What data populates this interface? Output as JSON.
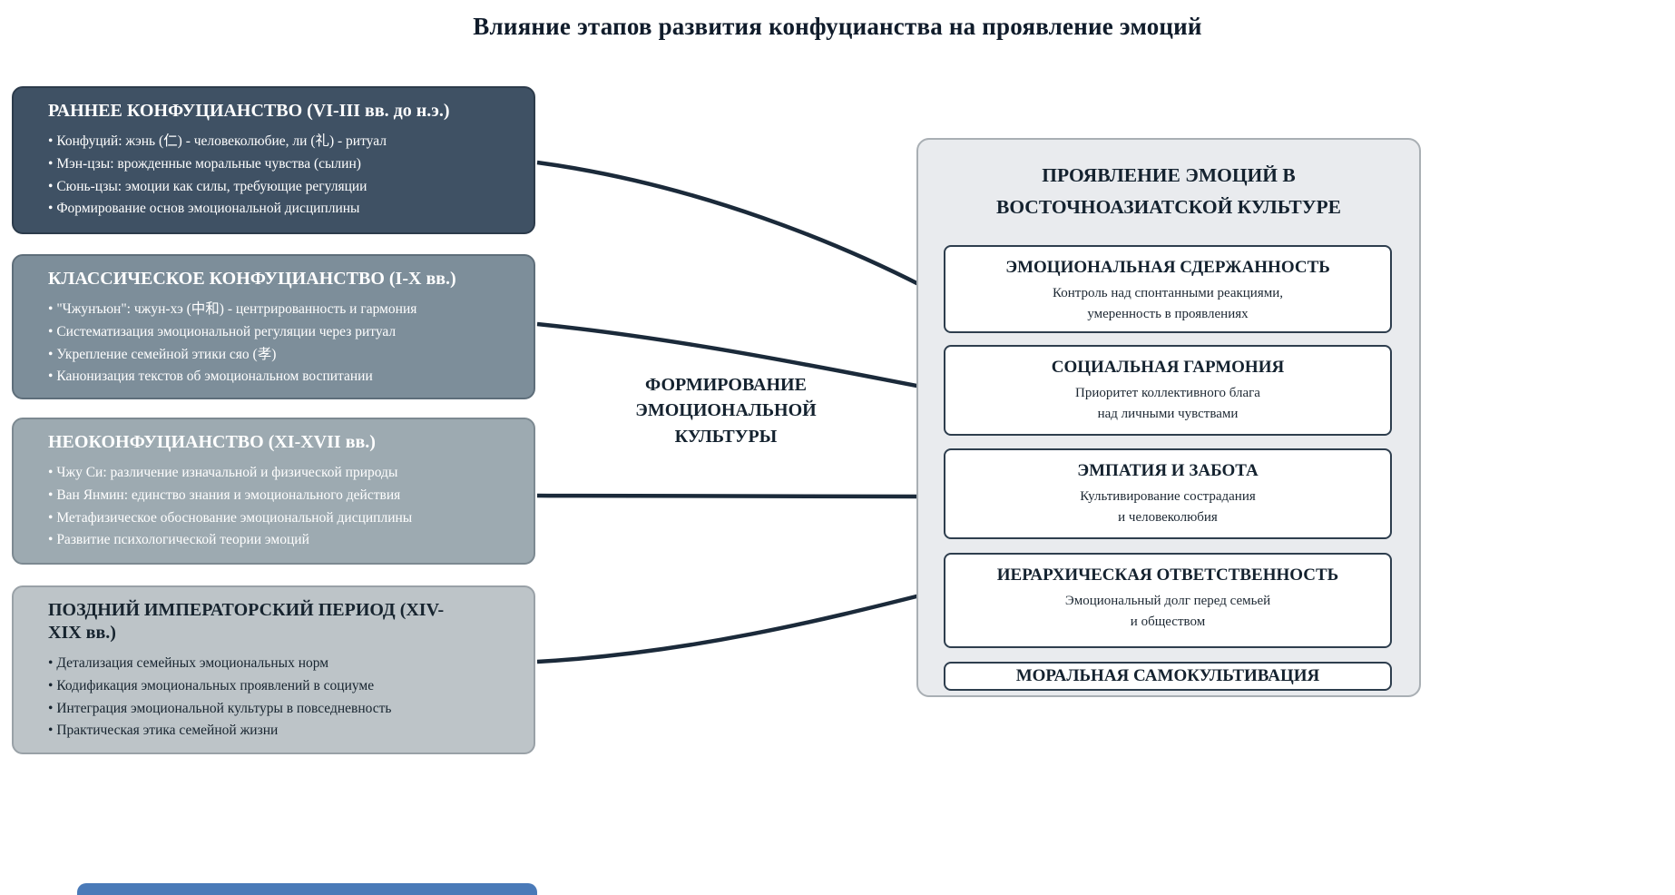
{
  "title": "Влияние этапов развития конфуцианства на проявление эмоций",
  "middle_label": {
    "lines": [
      "ФОРМИРОВАНИЕ",
      "ЭМОЦИОНАЛЬНОЙ",
      "КУЛЬТУРЫ"
    ]
  },
  "stages": [
    {
      "title": "РАННЕЕ КОНФУЦИАНСТВО (VI-III вв. до н.э.)",
      "bullets": [
        "Конфуций: жэнь (仁) - человеколюбие, ли (礼) - ритуал",
        "Мэн-цзы: врожденные моральные чувства (сылин)",
        "Сюнь-цзы: эмоции как силы, требующие регуляции",
        "Формирование основ эмоциональной дисциплины"
      ],
      "bg": "#3f5164",
      "text_color": "#ffffff"
    },
    {
      "title": "КЛАССИЧЕСКОЕ КОНФУЦИАНСТВО (I-X вв.)",
      "bullets": [
        "\"Чжунъюн\": чжун-хэ (中和) - центрированность и гармония",
        "Систематизация эмоциональной регуляции через ритуал",
        "Укрепление семейной этики сяо (孝)",
        "Канонизация текстов об эмоциональном воспитании"
      ],
      "bg": "#7d8e9a",
      "text_color": "#ffffff"
    },
    {
      "title": "НЕОКОНФУЦИАНСТВО (XI-XVII вв.)",
      "bullets": [
        "Чжу Си: различение изначальной и физической природы",
        "Ван Янмин: единство знания и эмоционального действия",
        "Метафизическое обоснование эмоциональной дисциплины",
        "Развитие психологической теории эмоций"
      ],
      "bg": "#9daab1",
      "text_color": "#ffffff"
    },
    {
      "title": "ПОЗДНИЙ ИМПЕРАТОРСКИЙ ПЕРИОД (XIV-XIX вв.)",
      "bullets": [
        "Детализация семейных эмоциональных норм",
        "Кодификация эмоциональных проявлений в социуме",
        "Интеграция эмоциональной культуры в повседневность",
        "Практическая этика семейной жизни"
      ],
      "bg": "#bdc4c8",
      "text_color": "#17242f"
    }
  ],
  "result_panel": {
    "title_lines": [
      "ПРОЯВЛЕНИЕ ЭМОЦИЙ В",
      "ВОСТОЧНОАЗИАТСКОЙ КУЛЬТУРЕ"
    ],
    "items": [
      {
        "title": "ЭМОЦИОНАЛЬНАЯ СДЕРЖАННОСТЬ",
        "desc_lines": [
          "Контроль над спонтанными реакциями,",
          "умеренность в проявлениях"
        ]
      },
      {
        "title": "СОЦИАЛЬНАЯ ГАРМОНИЯ",
        "desc_lines": [
          "Приоритет коллективного блага",
          "над личными чувствами"
        ]
      },
      {
        "title": "ЭМПАТИЯ И ЗАБОТА",
        "desc_lines": [
          "Культивирование сострадания",
          "и человеколюбия"
        ]
      },
      {
        "title": "ИЕРАРХИЧЕСКАЯ ОТВЕТСТВЕННОСТЬ",
        "desc_lines": [
          "Эмоциональный долг перед семьей",
          "и обществом"
        ]
      },
      {
        "title": "МОРАЛЬНАЯ САМОКУЛЬТИВАЦИЯ",
        "desc_lines": []
      }
    ]
  },
  "colors": {
    "arrow": "#1b2a3a",
    "panel_bg": "#e9ebee",
    "panel_border": "#a9afb4",
    "item_border": "#2e3e4e",
    "title_text": "#101c2b",
    "bottom_bar": "#4a7ab8"
  }
}
